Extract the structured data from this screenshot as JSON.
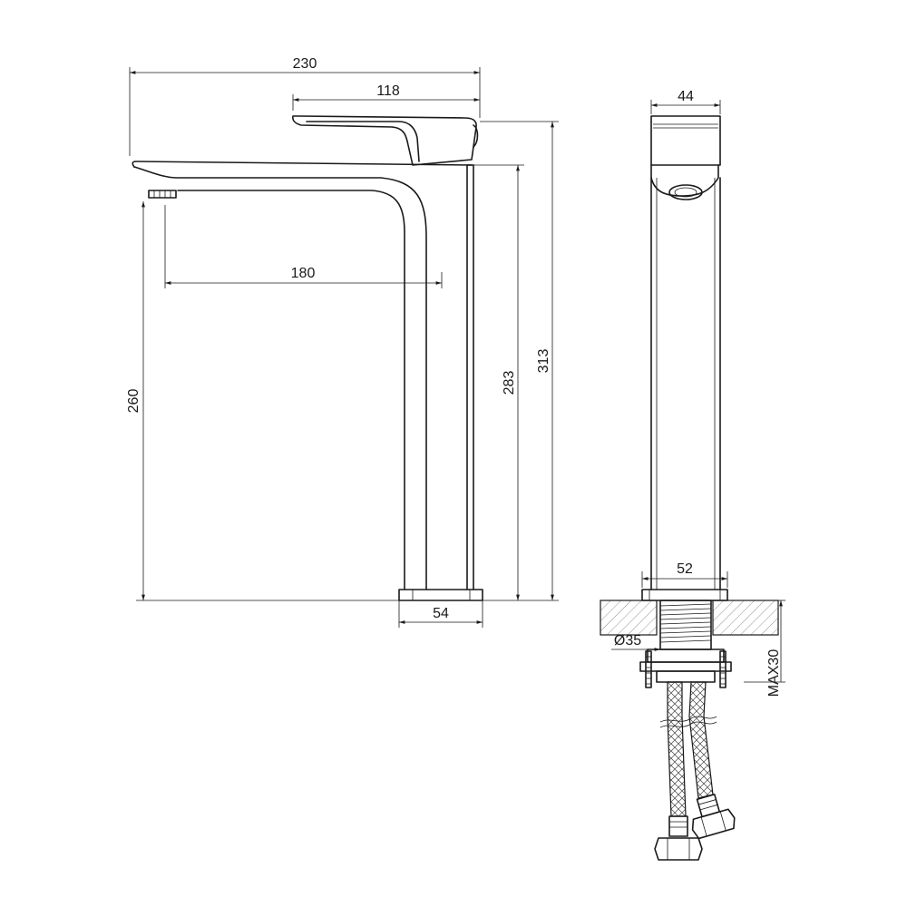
{
  "dimensions": {
    "overall_width": "230",
    "lever_length": "118",
    "spout_reach": "180",
    "spout_height": "260",
    "body_height": "283",
    "total_height": "313",
    "base_width": "54",
    "side_width": "44",
    "side_base_width": "52",
    "thread_diameter": "Ø35",
    "max_counter_thickness": "MAX30"
  },
  "colors": {
    "line": "#1a1a1a",
    "hatch": "#555555",
    "background": "#ffffff"
  }
}
